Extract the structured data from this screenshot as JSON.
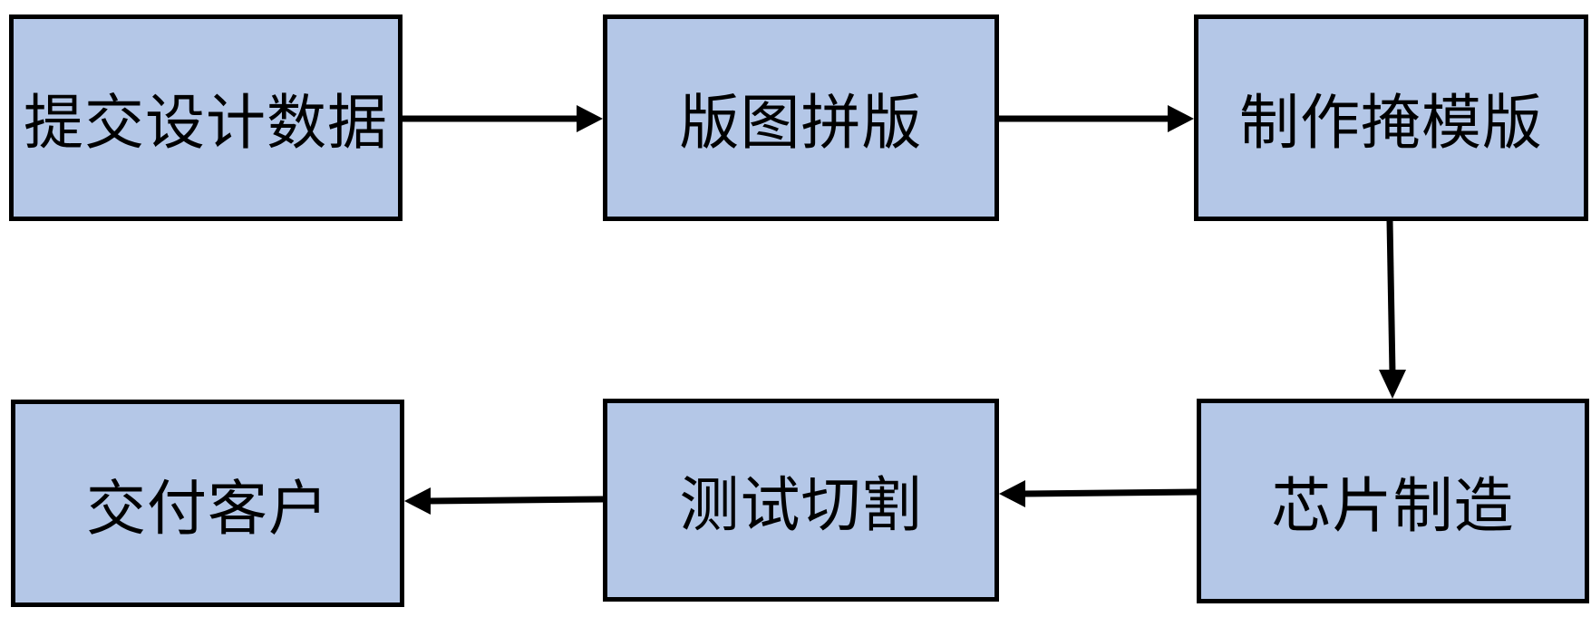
{
  "flowchart": {
    "steps": [
      {
        "label": "提交设计数据"
      },
      {
        "label": "版图拼版"
      },
      {
        "label": "制作掩模版"
      },
      {
        "label": "芯片制造"
      },
      {
        "label": "测试切割"
      },
      {
        "label": "交付客户"
      }
    ]
  },
  "colors": {
    "box_fill": "#b4c7e7",
    "border": "#000000",
    "arrow": "#000000"
  }
}
